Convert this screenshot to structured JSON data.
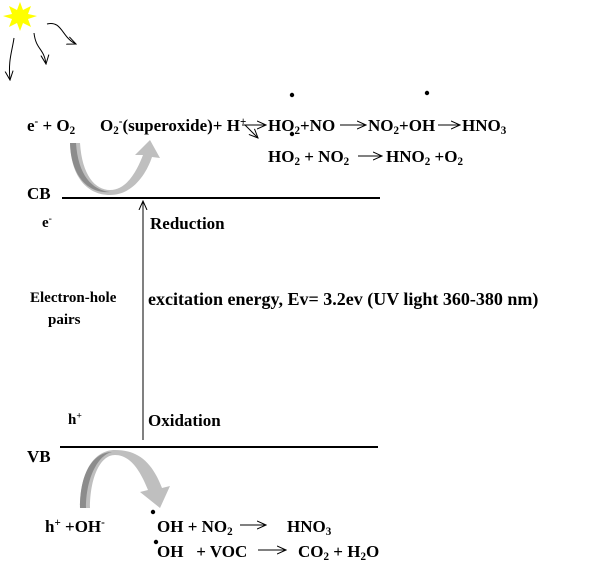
{
  "labels": {
    "cb": "CB",
    "vb": "VB",
    "reduction": "Reduction",
    "oxidation": "Oxidation",
    "electron_hole_1": "Electron-hole",
    "electron_hole_2": "pairs",
    "excitation": "excitation energy, Ev= 3.2ev (UV light 360-380 nm)"
  },
  "formulas": {
    "e_o2": [
      {
        "t": "e"
      },
      {
        "t": "-",
        "s": "sup"
      },
      {
        "t": " + O"
      },
      {
        "t": "2",
        "s": "sub"
      }
    ],
    "superoxide": [
      {
        "t": "O"
      },
      {
        "t": "2",
        "s": "sub"
      },
      {
        "t": "-",
        "s": "sup"
      },
      {
        "t": "(superoxide)+ H"
      },
      {
        "t": "+",
        "s": "sup"
      }
    ],
    "ho2_no": [
      {
        "t": "HO"
      },
      {
        "t": "2",
        "s": "sub"
      },
      {
        "t": "+NO"
      }
    ],
    "no2_oh": [
      {
        "t": "NO"
      },
      {
        "t": "2",
        "s": "sub"
      },
      {
        "t": "+OH"
      }
    ],
    "hno3_top": [
      {
        "t": "HNO"
      },
      {
        "t": "3",
        "s": "sub"
      }
    ],
    "ho2_no2": [
      {
        "t": "HO"
      },
      {
        "t": "2",
        "s": "sub"
      },
      {
        "t": " + NO"
      },
      {
        "t": "2",
        "s": "sub"
      }
    ],
    "hno2_o2": [
      {
        "t": "HNO"
      },
      {
        "t": "2",
        "s": "sub"
      },
      {
        "t": " +O"
      },
      {
        "t": "2",
        "s": "sub"
      }
    ],
    "e_minus": [
      {
        "t": "e"
      },
      {
        "t": "-",
        "s": "sup"
      }
    ],
    "h_plus": [
      {
        "t": "h"
      },
      {
        "t": "+",
        "s": "sup"
      }
    ],
    "h_oh": [
      {
        "t": "h"
      },
      {
        "t": "+",
        "s": "sup"
      },
      {
        "t": " +OH"
      },
      {
        "t": "-",
        "s": "sup"
      }
    ],
    "oh_no2": [
      {
        "t": "OH + NO"
      },
      {
        "t": "2",
        "s": "sub"
      }
    ],
    "hno3_bottom": [
      {
        "t": "HNO"
      },
      {
        "t": "3",
        "s": "sub"
      }
    ],
    "oh_voc": [
      {
        "t": "OH   + VOC"
      }
    ],
    "co2_h2o": [
      {
        "t": "CO"
      },
      {
        "t": "2",
        "s": "sub"
      },
      {
        "t": " + H"
      },
      {
        "t": "2",
        "s": "sub"
      },
      {
        "t": "O"
      }
    ]
  },
  "colors": {
    "sun": "#ffff00",
    "arrow_light": "#bfbfbf",
    "arrow_dark": "#8c8c8c"
  }
}
